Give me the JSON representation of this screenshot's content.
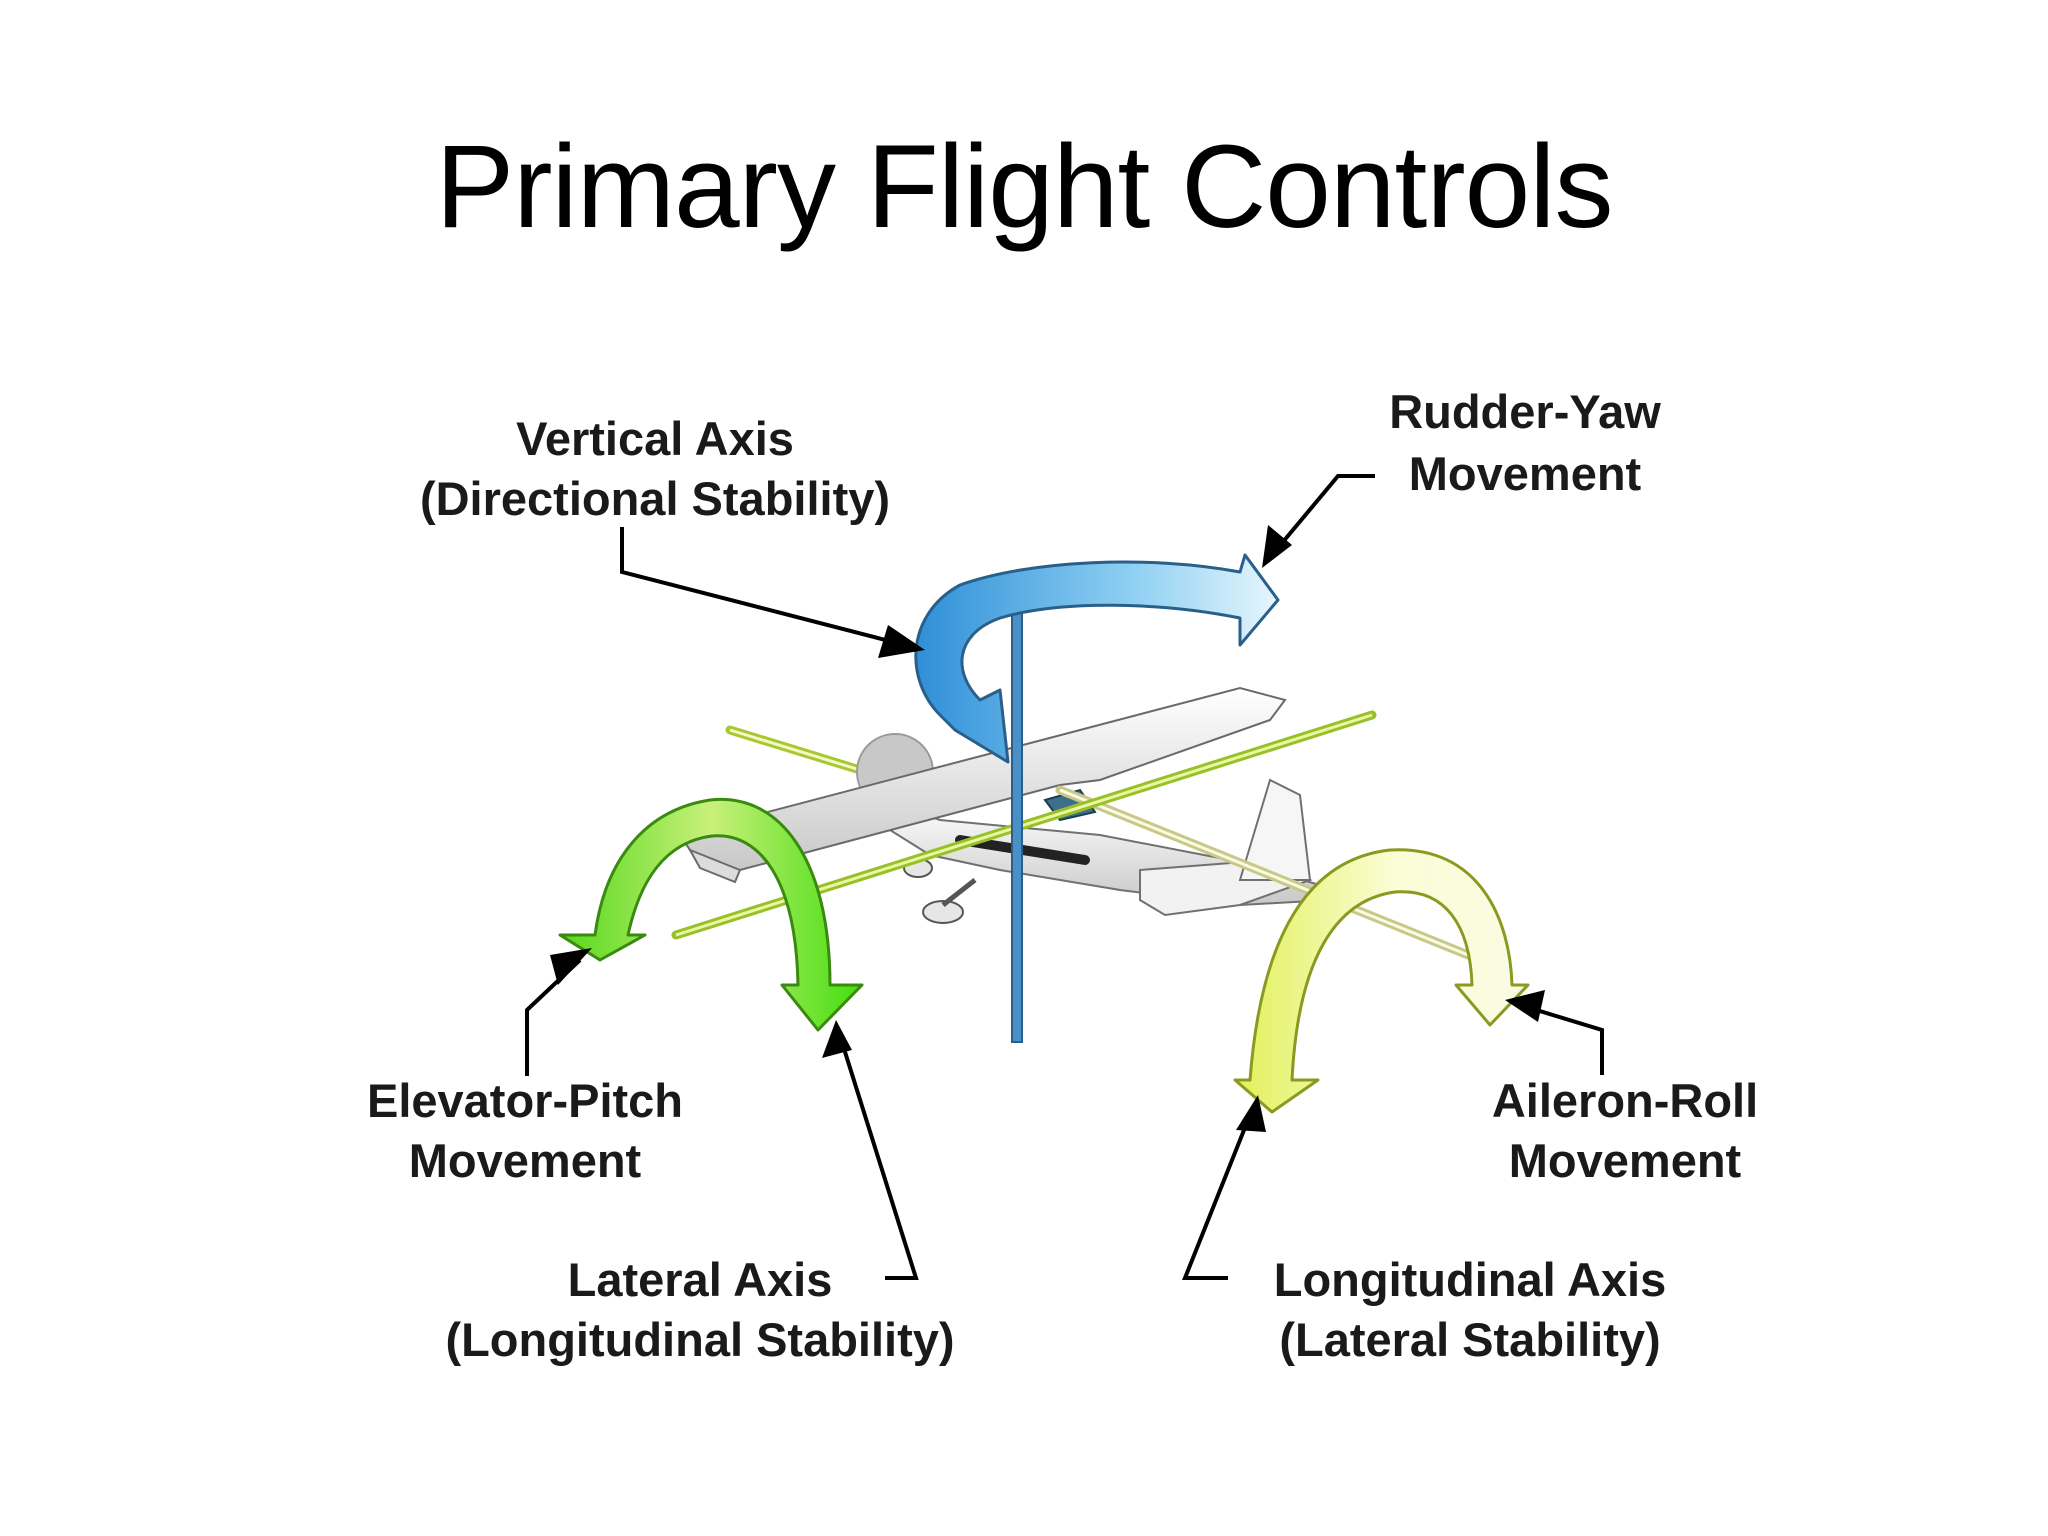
{
  "title": "Primary Flight Controls",
  "labels": {
    "vertical_axis": {
      "line1": "Vertical Axis",
      "line2": "(Directional Stability)"
    },
    "rudder_yaw": {
      "line1": "Rudder-Yaw",
      "line2": "Movement"
    },
    "elevator_pitch": {
      "line1": "Elevator-Pitch",
      "line2": "Movement"
    },
    "lateral_axis": {
      "line1": "Lateral Axis",
      "line2": "(Longitudinal Stability)"
    },
    "longitudinal_axis": {
      "line1": "Longitudinal Axis",
      "line2": "(Lateral Stability)"
    },
    "aileron_roll": {
      "line1": "Aileron-Roll",
      "line2": "Movement"
    }
  },
  "colors": {
    "vertical_axis": "#4a90c8",
    "yaw_arrow": "#5ab4e6",
    "pitch_arrow": "#66dd22",
    "lateral_axis": "#aadd22",
    "roll_arrow": "#eef266",
    "longitudinal_axis": "#e8e8a0"
  }
}
